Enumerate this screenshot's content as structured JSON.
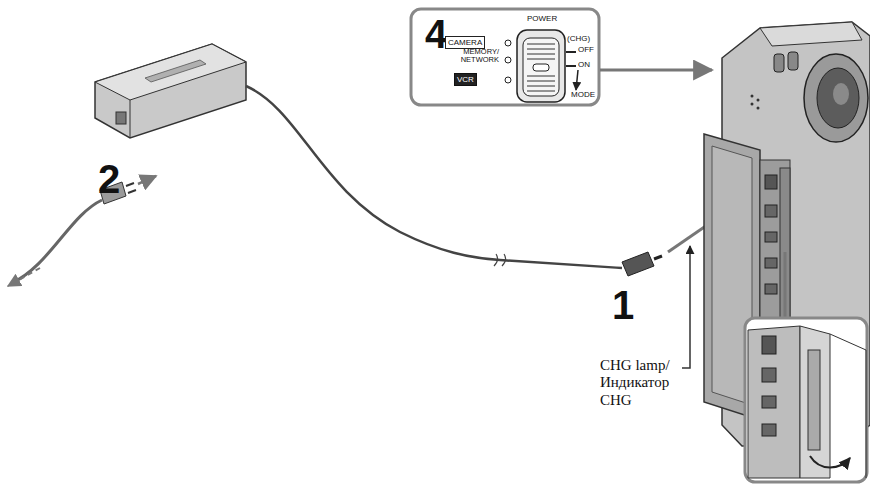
{
  "diagram": {
    "nodes": [
      {
        "text": [
          "4",
          "POWER",
          "MEMORY/ NETWORK",
          "(CHG)",
          "OFF",
          "ON",
          "MODE"
        ]
      },
      {
        "text": [
          "CAMERA"
        ],
        "in": 0
      },
      {
        "text": [
          "VCR"
        ],
        "in": 0
      }
    ],
    "labels": [
      "2",
      "1",
      "CHG lamp/ Индикатор CHG"
    ]
  }
}
